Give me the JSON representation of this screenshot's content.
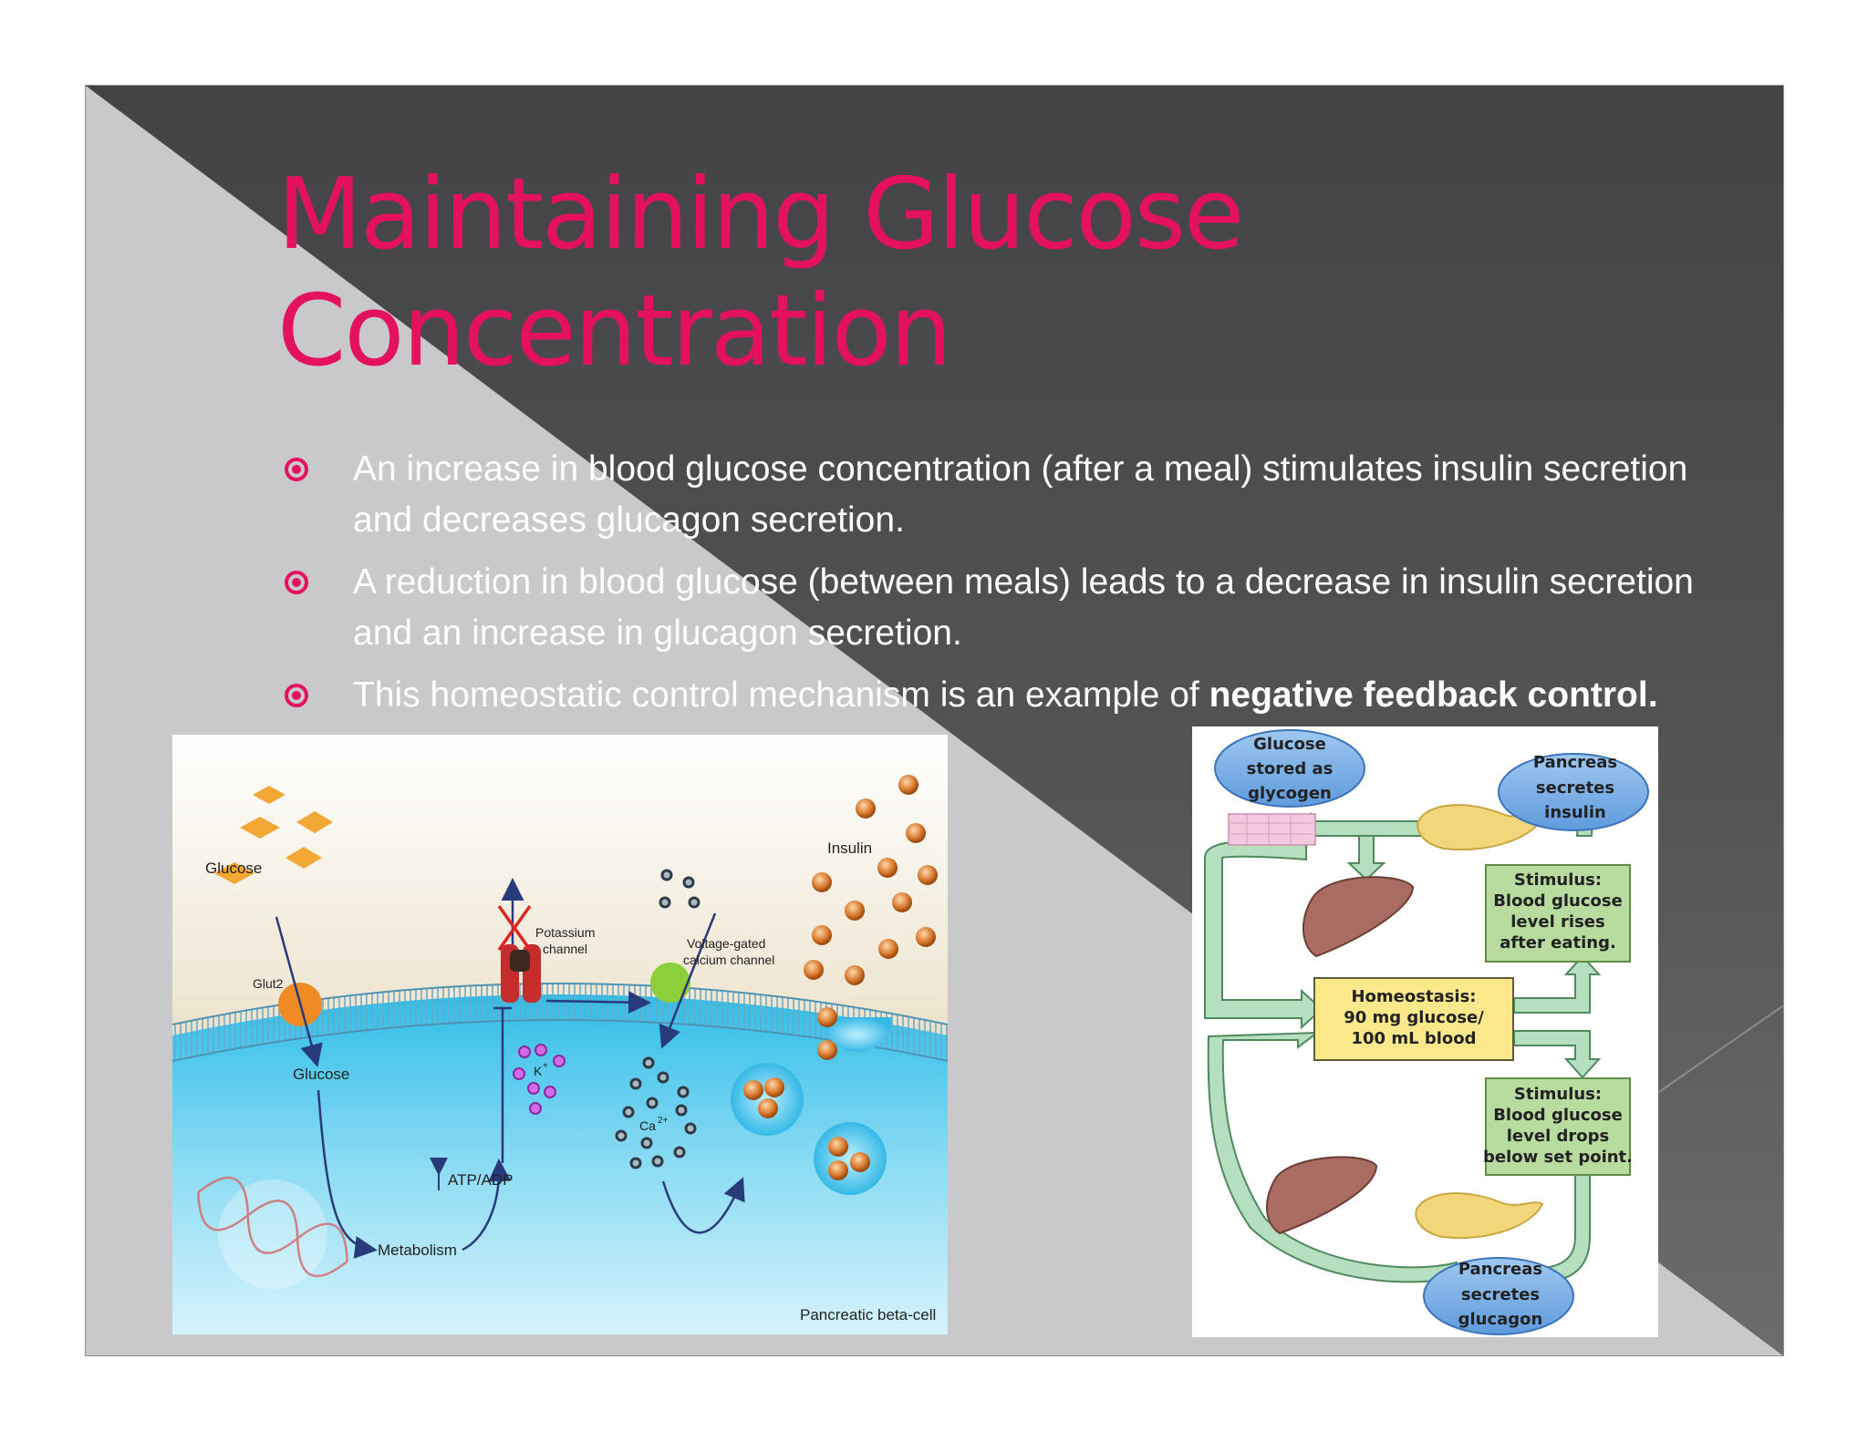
{
  "slide": {
    "title_line1": "Maintaining Glucose",
    "title_line2": "Concentration",
    "bullets": [
      {
        "text": "An increase in blood glucose concentration (after a meal) stimulates insulin secretion and decreases glucagon secretion."
      },
      {
        "text": "A reduction in blood glucose (between meals) leads to a decrease in insulin secretion and an increase in glucagon secretion."
      },
      {
        "text": "This homeostatic control mechanism is an example of ",
        "bold": "negative feedback control."
      }
    ]
  },
  "beta_cell_diagram": {
    "glucose_outside": "Glucose",
    "glut2": "Glut2",
    "glucose_inside": "Glucose",
    "potassium_channel_line1": "Potassium",
    "potassium_channel_line2": "channel",
    "k_ion": "K",
    "k_charge": "+",
    "voltage_channel_line1": "Voltage-gated",
    "voltage_channel_line2": "calcium channel",
    "ca_ion": "Ca",
    "ca_charge": "2+",
    "insulin": "Insulin",
    "atp_adp": "ATP/ADP",
    "metabolism": "Metabolism",
    "cell_label": "Pancreatic beta-cell"
  },
  "feedback_diagram": {
    "glycogen_line1": "Glucose",
    "glycogen_line2": "stored as",
    "glycogen_line3": "glycogen",
    "insulin_line1": "Pancreas",
    "insulin_line2": "secretes",
    "insulin_line3": "insulin",
    "stim_rise_line1": "Stimulus:",
    "stim_rise_line2": "Blood glucose",
    "stim_rise_line3": "level rises",
    "stim_rise_line4": "after eating.",
    "homeo_line1": "Homeostasis:",
    "homeo_line2": "90 mg glucose/",
    "homeo_line3": "100 mL blood",
    "stim_drop_line1": "Stimulus:",
    "stim_drop_line2": "Blood glucose",
    "stim_drop_line3": "level drops",
    "stim_drop_line4": "below set point.",
    "glucagon_line1": "Pancreas",
    "glucagon_line2": "secretes",
    "glucagon_line3": "glucagon"
  },
  "colors": {
    "title": "#e4115f",
    "bullet": "#e4115f",
    "dark_panel": "#4d4d4f",
    "light_panel": "#c9c8ca"
  }
}
